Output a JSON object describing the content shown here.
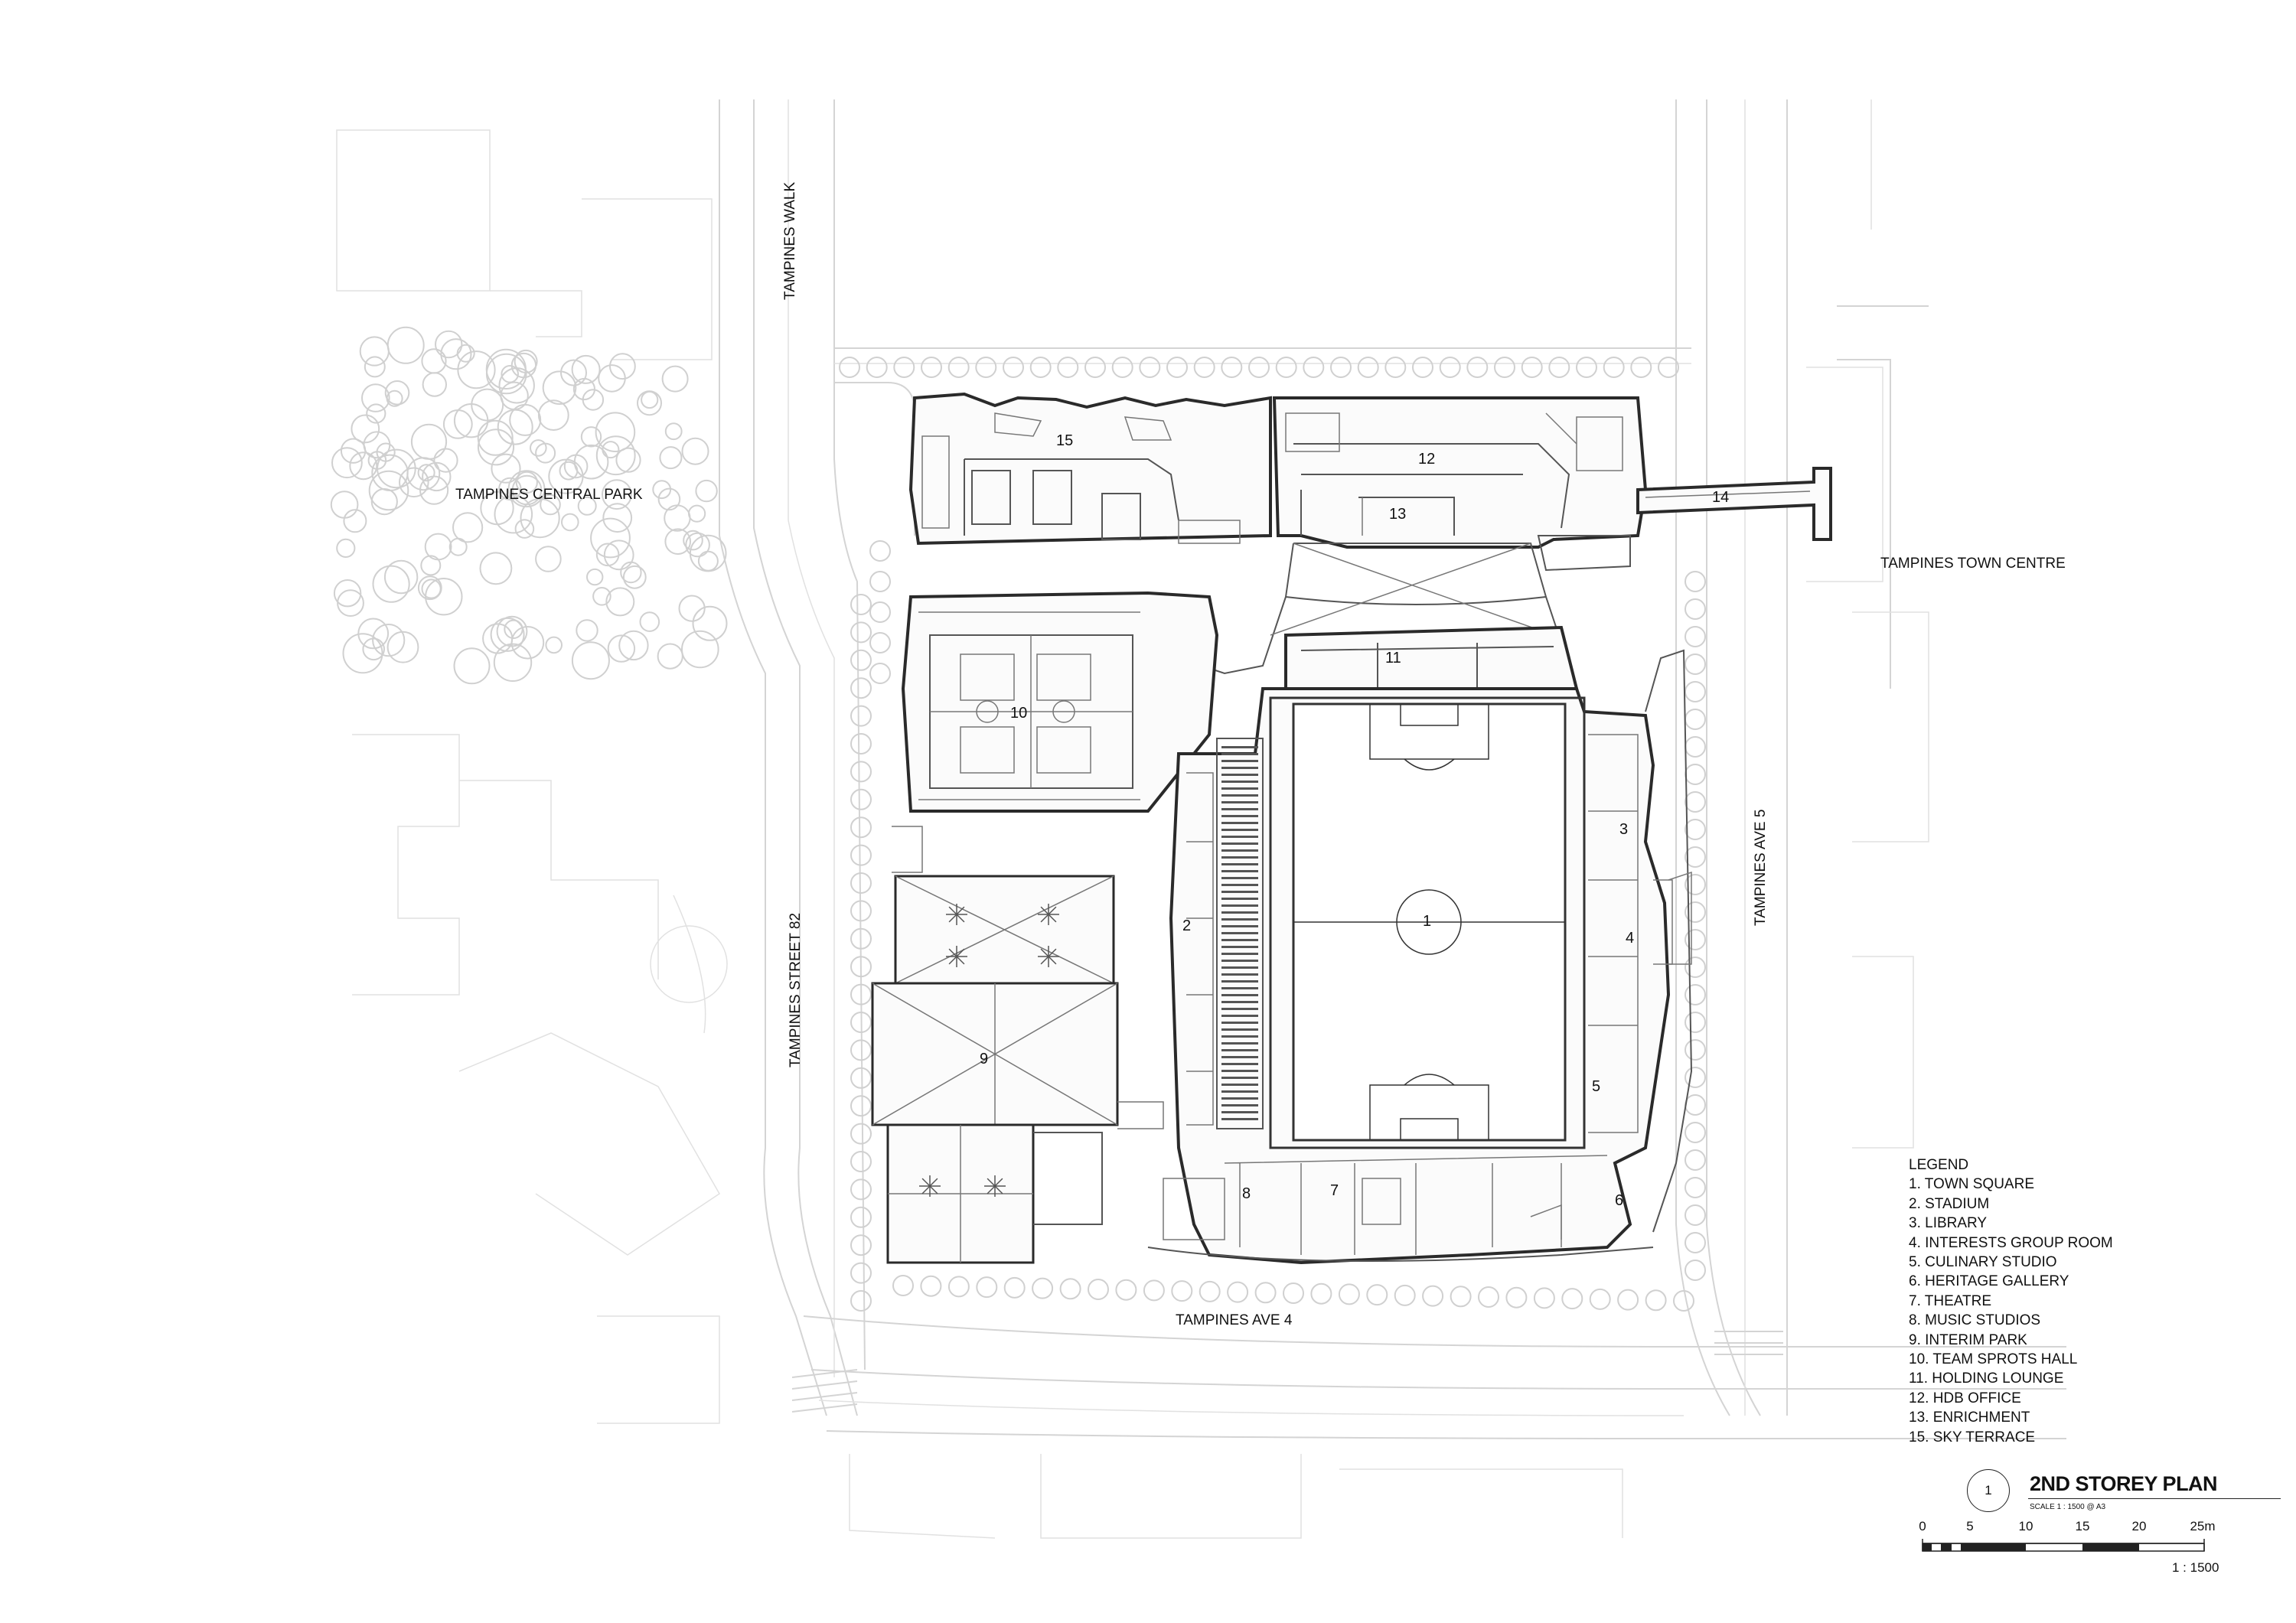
{
  "roads": {
    "tampines_walk": "TAMPINES WALK",
    "tampines_central_park": "TAMPINES CENTRAL PARK",
    "tampines_town_centre": "TAMPINES TOWN CENTRE",
    "tampines_ave_5": "TAMPINES AVE 5",
    "tampines_street_82": "TAMPINES STREET 82",
    "tampines_ave_4": "TAMPINES AVE 4"
  },
  "rooms": {
    "r1": "1",
    "r2": "2",
    "r3": "3",
    "r4": "4",
    "r5": "5",
    "r6": "6",
    "r7": "7",
    "r8": "8",
    "r9": "9",
    "r10": "10",
    "r11": "11",
    "r12": "12",
    "r13": "13",
    "r14": "14",
    "r15": "15"
  },
  "legend": {
    "title": "LEGEND",
    "items": [
      "1. TOWN SQUARE",
      "2. STADIUM",
      "3. LIBRARY",
      "4. INTERESTS GROUP ROOM",
      "5. CULINARY STUDIO",
      "6. HERITAGE GALLERY",
      "7. THEATRE",
      "8. MUSIC STUDIOS",
      "9. INTERIM PARK",
      "10. TEAM SPROTS HALL",
      "11. HOLDING LOUNGE",
      "12. HDB OFFICE",
      "13. ENRICHMENT",
      "15. SKY TERRACE"
    ]
  },
  "title_block": {
    "drawing_number": "1",
    "title": "2ND STOREY PLAN",
    "scale_note": "SCALE  1 : 1500 @ A3"
  },
  "scale_bar": {
    "ticks": [
      "0",
      "5",
      "10",
      "15",
      "20",
      "25m"
    ],
    "ratio": "1 : 1500"
  },
  "colors": {
    "linework": "#2a2a2a",
    "context": "#d4d4d4",
    "background": "#ffffff"
  }
}
